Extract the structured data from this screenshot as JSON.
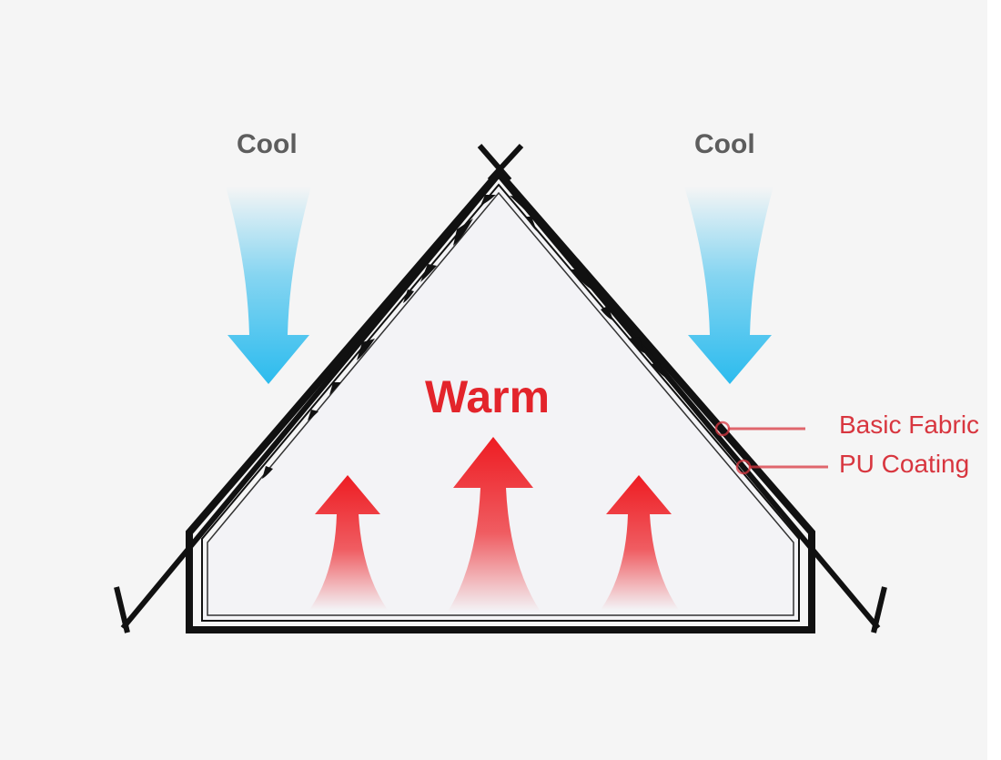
{
  "labels": {
    "cool_left": "Cool",
    "cool_right": "Cool",
    "warm": "Warm",
    "basic_fabric": "Basic Fabric",
    "pu_coating": "PU Coating"
  },
  "colors": {
    "cool_arrow": "#2bbbee",
    "warm_arrow": "#ee1c22",
    "cool_text": "#5d5d5d",
    "warm_text": "#e3242b",
    "callout": "#d8363f",
    "tent_outline": "#111111"
  },
  "icons": {
    "cool_arrow": "arrow-down-icon",
    "warm_arrow": "arrow-up-icon",
    "callout_marker": "circle-marker-icon"
  }
}
